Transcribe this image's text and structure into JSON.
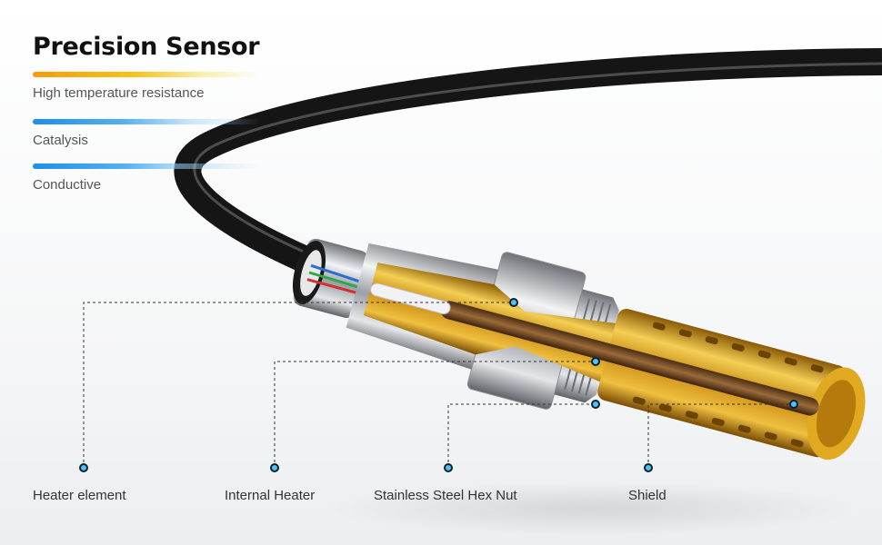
{
  "title": "Precision Sensor",
  "features": [
    {
      "label": "High temperature resistance",
      "color": "#f7a80f"
    },
    {
      "label": "Catalysis",
      "color": "#1d8fe8"
    },
    {
      "label": "Conductive",
      "color": "#1d8fe8"
    }
  ],
  "callouts": [
    {
      "label": "Heater element"
    },
    {
      "label": "Internal Heater"
    },
    {
      "label": "Stainless Steel Hex Nut"
    },
    {
      "label": "Shield"
    }
  ],
  "colors": {
    "accent_blue": "#1d8fe8",
    "gold": "#d9a21a",
    "cable": "#151515"
  }
}
